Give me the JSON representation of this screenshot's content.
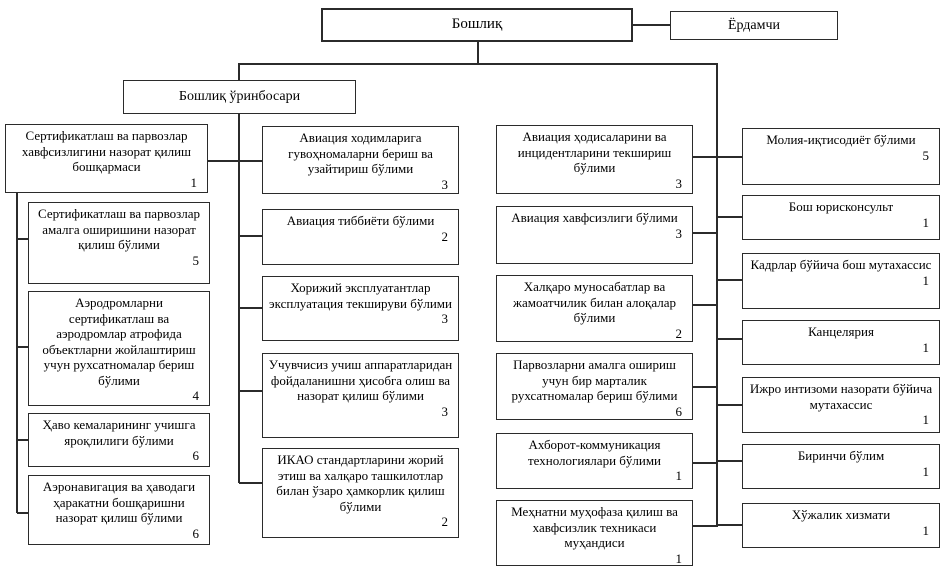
{
  "top": {
    "chief": "Бошлиқ",
    "assistant": "Ёрдамчи",
    "deputy": "Бошлиқ ўринбосари"
  },
  "col1": [
    {
      "label": "Сертификатлаш ва парвозлар хавфсизлигини назорат қилиш бошқармаси",
      "staff": "1"
    },
    {
      "label": "Сертификатлаш ва парвозлар амалга оширишини назорат қилиш бўлими",
      "staff": "5"
    },
    {
      "label": "Аэродромларни сертификатлаш ва аэродромлар атрофида объектларни жойлаштириш учун рухсатномалар бериш бўлими",
      "staff": "4"
    },
    {
      "label": "Ҳаво кемаларининг учишга яроқлилиги бўлими",
      "staff": "6"
    },
    {
      "label": "Аэронавигация ва ҳаводаги ҳаракатни бошқаришни назорат қилиш бўлими",
      "staff": "6"
    }
  ],
  "col2": [
    {
      "label": "Авиация ходимларига гувоҳномаларни бериш ва узайтириш бўлими",
      "staff": "3"
    },
    {
      "label": "Авиация тиббиёти бўлими",
      "staff": "2"
    },
    {
      "label": "Хорижий эксплуатантлар эксплуатация текшируви бўлими",
      "staff": "3"
    },
    {
      "label": "Учувчисиз учиш аппаратларидан фойдаланишни ҳисобга олиш ва назорат қилиш бўлими",
      "staff": "3"
    },
    {
      "label": "ИКАО стандартларини жорий этиш ва халқаро ташкилотлар билан ўзаро ҳамкорлик қилиш бўлими",
      "staff": "2"
    }
  ],
  "col3": [
    {
      "label": "Авиация ҳодисаларини ва инцидентларини текшириш бўлими",
      "staff": "3"
    },
    {
      "label": "Авиация хавфсизлиги бўлими",
      "staff": "3"
    },
    {
      "label": "Халқаро муносабатлар ва жамоатчилик билан алоқалар бўлими",
      "staff": "2"
    },
    {
      "label": "Парвозларни амалга ошириш учун бир марталик рухсатномалар бериш бўлими",
      "staff": "6"
    },
    {
      "label": "Ахборот-коммуникация технологиялари бўлими",
      "staff": "1"
    },
    {
      "label": "Меҳнатни муҳофаза қилиш ва хавфсизлик техникаси муҳандиси",
      "staff": "1"
    }
  ],
  "col4": [
    {
      "label": "Молия-иқтисодиёт бўлими",
      "staff": "5"
    },
    {
      "label": "Бош юрисконсульт",
      "staff": "1"
    },
    {
      "label": "Кадрлар бўйича бош мутахассис",
      "staff": "1"
    },
    {
      "label": "Канцелярия",
      "staff": "1"
    },
    {
      "label": "Ижро интизоми назорати бўйича мутахассис",
      "staff": "1"
    },
    {
      "label": "Биринчи бўлим",
      "staff": "1"
    },
    {
      "label": "Хўжалик хизмати",
      "staff": "1"
    }
  ]
}
